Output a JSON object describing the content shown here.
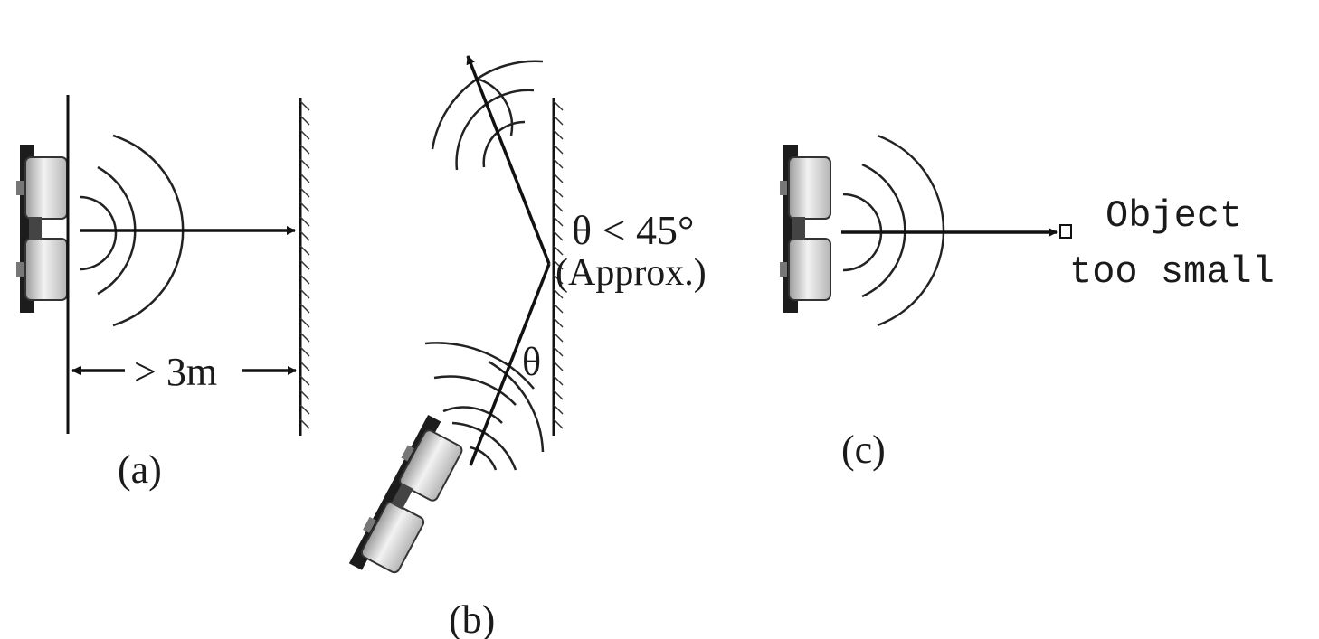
{
  "panels": {
    "a": {
      "caption": "(a)",
      "distance_label": "> 3m"
    },
    "b": {
      "caption": "(b)",
      "angle_symbol": "θ",
      "angle_condition": "θ < 45°",
      "approx_note": "(Approx.)"
    },
    "c": {
      "caption": "(c)",
      "object_line1": "Object",
      "object_line2": "too small"
    }
  }
}
